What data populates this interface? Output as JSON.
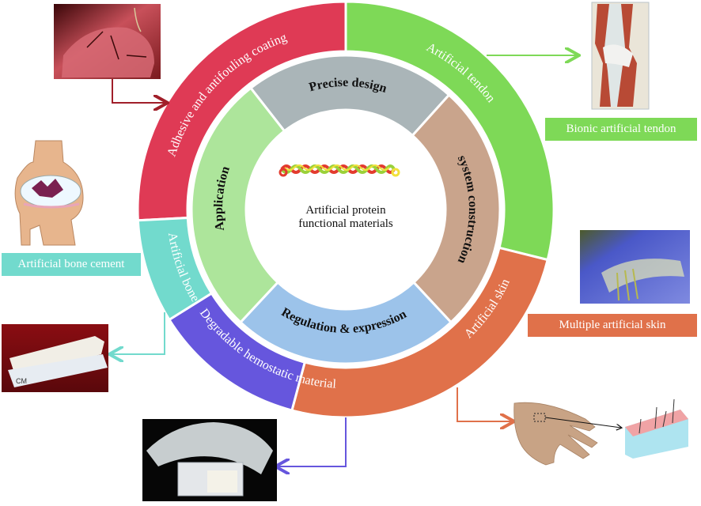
{
  "center": {
    "line1": "Artificial protein",
    "line2": "functional materials",
    "icon": "protein-helix-icon"
  },
  "inner_ring": [
    {
      "label": "Precise design",
      "color": "#aab5b8"
    },
    {
      "label": "system construction",
      "color": "#c9a48c"
    },
    {
      "label": "Regulation & expression",
      "color": "#9cc3ea"
    },
    {
      "label": "Application",
      "color": "#ade59b"
    }
  ],
  "outer_ring": [
    {
      "label": "Adhesive and antifouling coating",
      "color": "#df3a55"
    },
    {
      "label": "Artificial tendon",
      "color": "#7ed957"
    },
    {
      "label": "Artificial skin",
      "color": "#e0714a"
    },
    {
      "label": "Degradable hemostatic material",
      "color": "#6656dd"
    },
    {
      "label": "Artificial bone",
      "color": "#72dacd"
    }
  ],
  "captions": {
    "tendon": "Bionic artificial tendon",
    "bone_cement": "Artificial bone cement",
    "skin": "Multiple artificial skin"
  },
  "images": {
    "coating": "heart-tissue-photo",
    "tendon": "knee-tendon-illustration",
    "bone_cement": "knee-joint-illustration",
    "bone": "bone-rod-ruler-photo",
    "hemostatic": "hemostatic-sponge-photo",
    "skin_photo": "gloved-hands-skin-photo",
    "skin_diagram": "hand-skin-layer-illustration"
  },
  "ruler_label": "CM"
}
